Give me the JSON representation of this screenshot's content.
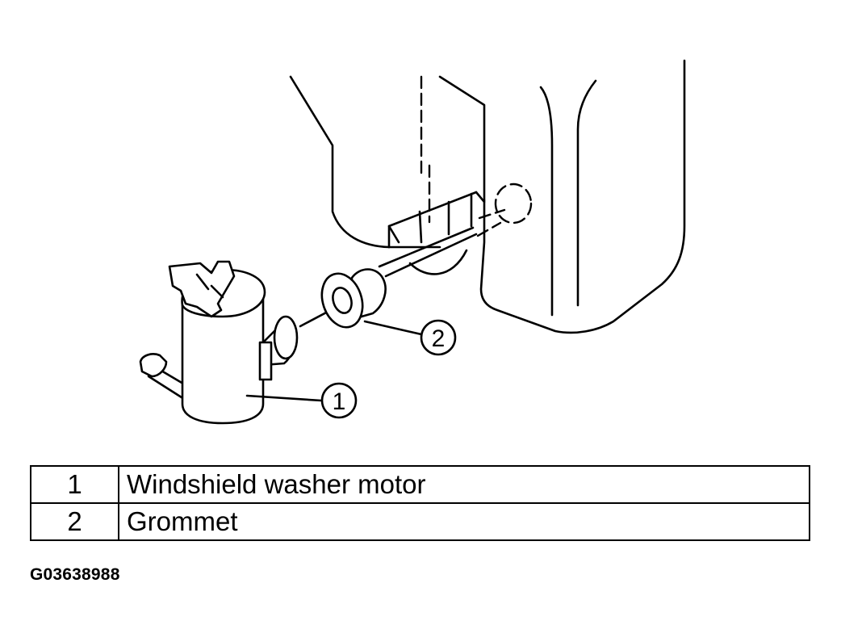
{
  "diagram": {
    "callouts": [
      {
        "number": "1"
      },
      {
        "number": "2"
      }
    ]
  },
  "legend": {
    "rows": [
      {
        "number": "1",
        "description": "Windshield washer motor"
      },
      {
        "number": "2",
        "description": "Grommet"
      }
    ]
  },
  "figure_id": "G03638988"
}
